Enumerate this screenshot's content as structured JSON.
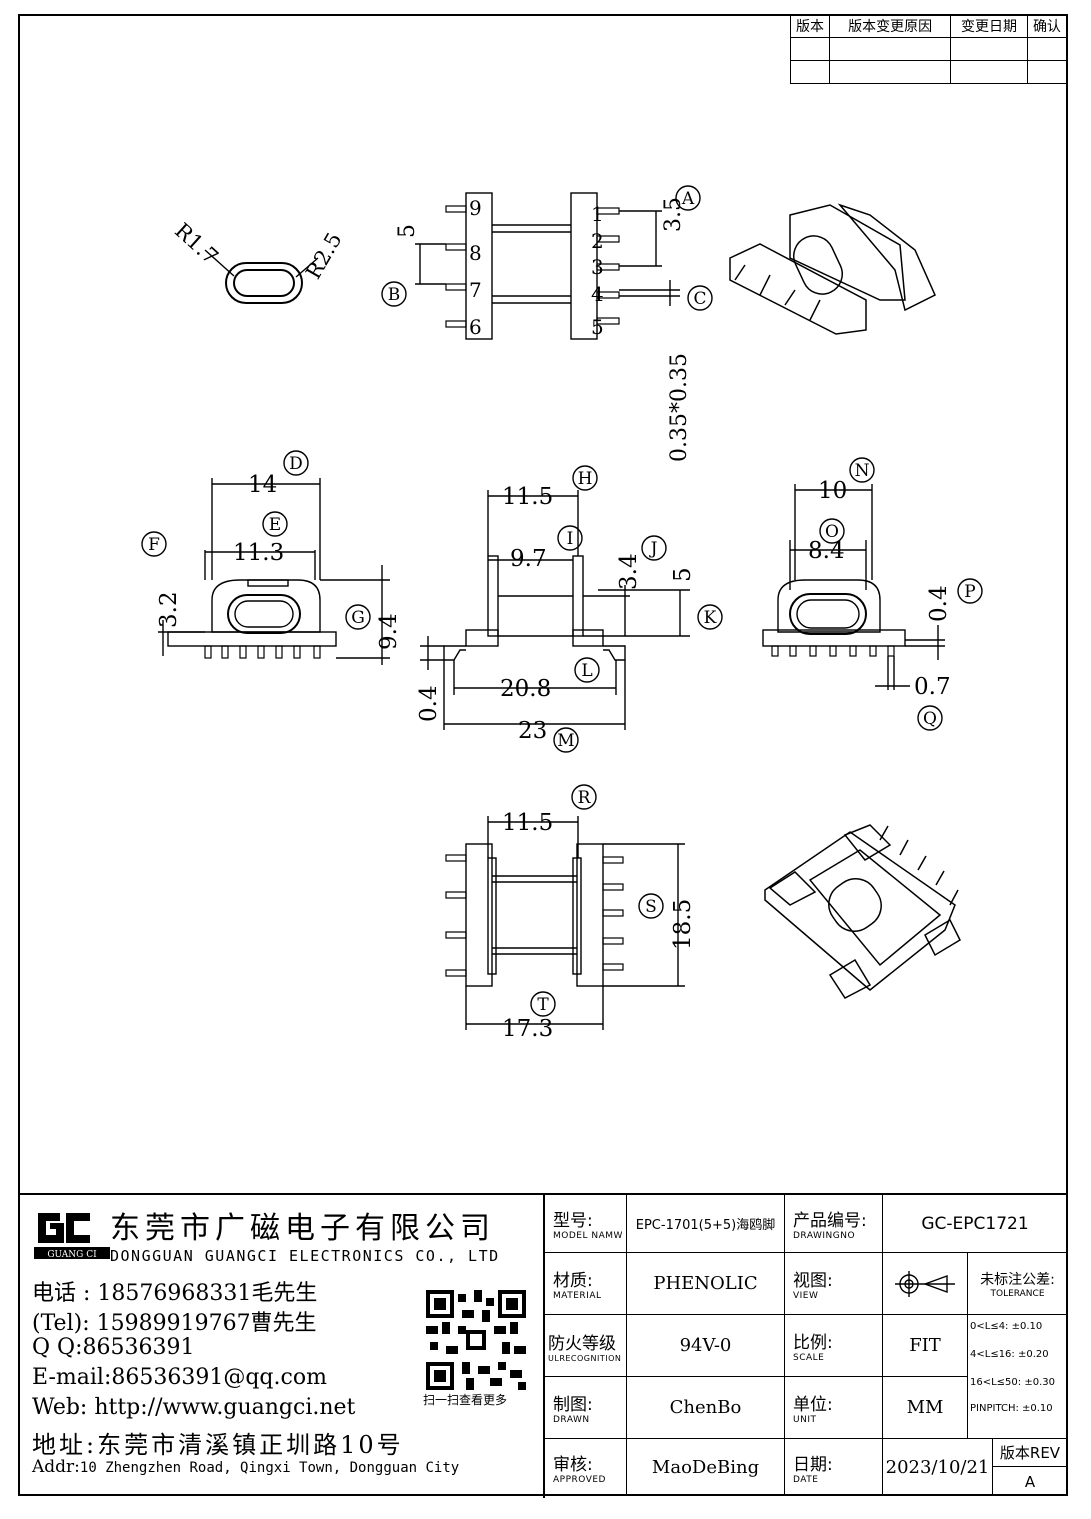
{
  "revision_table": {
    "headers": [
      "版本",
      "版本变更原因",
      "变更日期",
      "确认"
    ],
    "rows": [
      [
        "",
        "",
        "",
        ""
      ]
    ]
  },
  "drawing": {
    "top_view": {
      "r_inner": "R1.7",
      "r_outer": "R2.5"
    },
    "pin_numbers": [
      "9",
      "8",
      "7",
      "6",
      "1",
      "2",
      "3",
      "4",
      "5"
    ],
    "balloons": [
      "A",
      "B",
      "C",
      "D",
      "E",
      "F",
      "G",
      "H",
      "I",
      "J",
      "K",
      "L",
      "M",
      "N",
      "O",
      "P",
      "Q",
      "R",
      "S",
      "T"
    ],
    "dims": {
      "a": "3.5",
      "b": "5",
      "c": "0.35*0.35",
      "d": "14",
      "e": "11.3",
      "f": "3.2",
      "g": "9.4",
      "h": "11.5",
      "i": "9.7",
      "j": "3.4",
      "k": "5",
      "l": "20.8",
      "m": "23",
      "n": "10",
      "o": "8.4",
      "p": "0.4",
      "q": "0.7",
      "m2": "0.4",
      "r": "11.5",
      "s": "18.5",
      "t": "17.3"
    }
  },
  "company": {
    "logo_text": "GUANG CI",
    "cn_name": "东莞市广磁电子有限公司",
    "en_name": "DONGGUAN GUANGCI ELECTRONICS CO., LTD",
    "phone_line1": "电话 : 18576968331毛先生",
    "phone_line2": "(Tel): 15989919767曹先生",
    "qq": "Q Q:86536391",
    "email": "E-mail:86536391@qq.com",
    "web": "Web: http://www.guangci.net",
    "address_cn": "地址:东莞市清溪镇正圳路10号",
    "address_en_label": "Addr:",
    "address_en": "10 Zhengzhen Road, Qingxi Town, Dongguan City",
    "qr_caption": "扫一扫查看更多"
  },
  "title_block": {
    "model_label": "型号:",
    "model_sub": "MODEL NAMW",
    "model_value": "EPC-1701(5+5)海鸥脚",
    "code_label": "产品编号:",
    "code_sub": "DRAWINGNO",
    "code_value": "GC-EPC1721",
    "material_label": "材质:",
    "material_sub": "MATERIAL",
    "material_value": "PHENOLIC",
    "view_label": "视图:",
    "view_sub": "VIEW",
    "tol_label": "未标注公差:",
    "tol_sub": "TOLERANCE",
    "fire_label": "防火等级",
    "fire_sub": "ULRECOGNITION",
    "fire_value": "94V-0",
    "scale_label": "比例:",
    "scale_sub": "SCALE",
    "scale_value": "FIT",
    "tol_rows": [
      "0<L≤4: ±0.10",
      "4<L≤16: ±0.20",
      "16<L≤50: ±0.30",
      "PINPITCH: ±0.10"
    ],
    "drawn_label": "制图:",
    "drawn_sub": "DRAWN",
    "drawn_value": "ChenBo",
    "unit_label": "单位:",
    "unit_sub": "UNIT",
    "unit_value": "MM",
    "approved_label": "审核:",
    "approved_sub": "APPROVED",
    "approved_value": "MaoDeBing",
    "date_label": "日期:",
    "date_sub": "DATE",
    "date_value": "2023/10/21",
    "rev_label": "版本REV",
    "rev_value": "A"
  }
}
